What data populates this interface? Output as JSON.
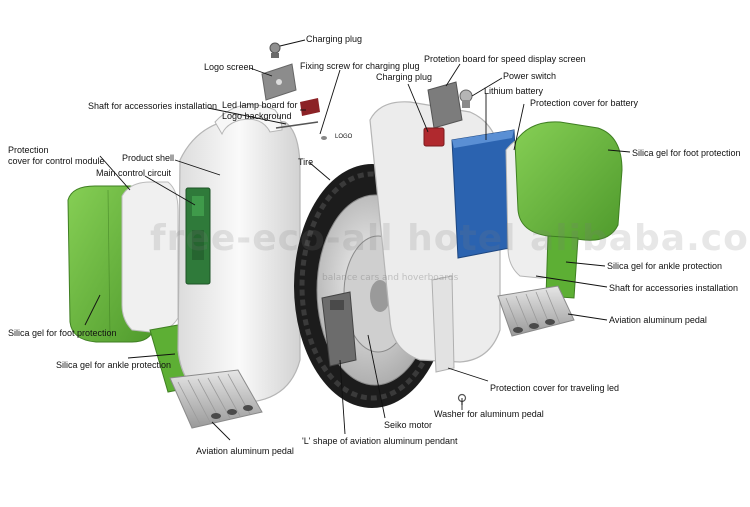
{
  "colors": {
    "green_panel": "#6dbd3f",
    "dark_green_board": "#2f7a3a",
    "battery_blue": "#2b63b0",
    "red_part": "#b0292e",
    "shell_white": "#f3f3f3",
    "tire_black": "#1c1c1c",
    "pedal_silver": "#c8c8c8"
  },
  "labels": {
    "charging_plug_top": "Charging plug",
    "logo_screen": "Logo screen",
    "fixing_screw": "Fixing screw for charging plug",
    "protection_board_speed": "Protetion board for speed display screen",
    "charging_plug_right": "Charging plug",
    "power_switch": "Power switch",
    "lithium_battery": "Lithium battery",
    "shaft_accessories_left": "Shaft for accessories installation",
    "led_lamp_board": "Led lamp board for\nLogo background",
    "protection_cover_battery": "Protection cover for battery",
    "protection_cover_control": "Protection\ncover for control module",
    "product_shell": "Product shell",
    "silica_gel_foot_right": "Silica gel for foot protection",
    "main_control_circuit": "Main control circuit",
    "tire": "Tire",
    "silica_gel_ankle_right": "Silica gel for ankle protection",
    "shaft_accessories_right": "Shaft for accessories installation",
    "aviation_pedal_right": "Aviation aluminum pedal",
    "silica_gel_foot_left": "Silica gel for foot protection",
    "silica_gel_ankle_left": "Silica gel for ankle protection",
    "protection_cover_led": "Protection cover for traveling led",
    "washer": "Washer for aluminum pedal",
    "seiko_motor": "Seiko motor",
    "l_shape_pendant": "'L' shape of aviation aluminum pendant",
    "aviation_pedal_left": "Aviation aluminum pedal",
    "logo_tag": "LOGO"
  },
  "watermark": {
    "text": "free-eco-all hotel alibaba.com",
    "tagline": "balance cars and hoverboards"
  }
}
